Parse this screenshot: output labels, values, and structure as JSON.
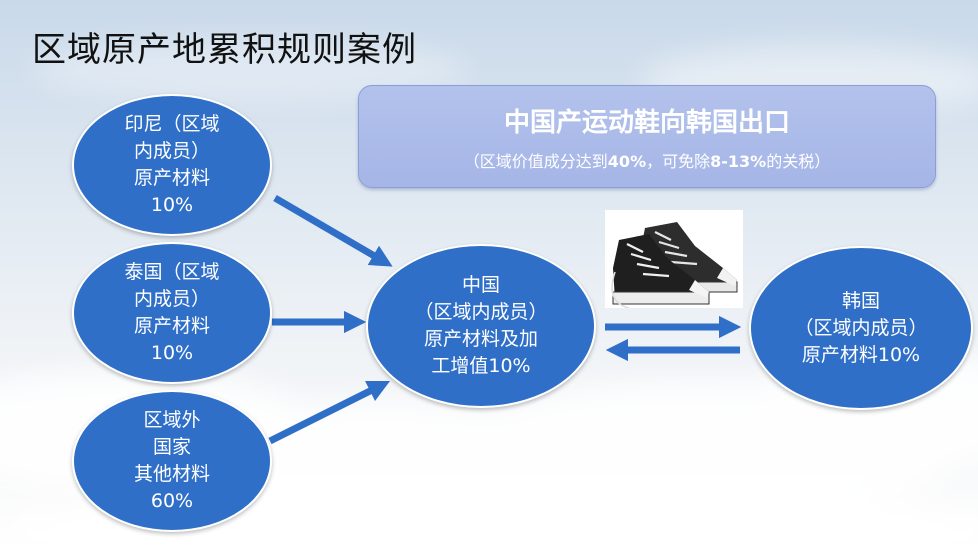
{
  "slide": {
    "title": "区域原产地累积规则案例"
  },
  "banner": {
    "line1": "中国产运动鞋向韩国出口",
    "line2_prefix": "（区域价值成分达到",
    "line2_bold1": "40%",
    "line2_mid": "，可免除",
    "line2_bold2": "8-13%",
    "line2_suffix": "的关税）"
  },
  "nodes": {
    "indonesia": {
      "l1": "印尼（区域",
      "l2": "内成员）",
      "l3": "原产材料",
      "l4": "10%"
    },
    "thailand": {
      "l1": "泰国（区域",
      "l2": "内成员）",
      "l3": "原产材料",
      "l4": "10%"
    },
    "outside": {
      "l1": "区域外",
      "l2": "国家",
      "l3": "其他材料",
      "l4": "60%"
    },
    "china": {
      "l1": "中国",
      "l2": "（区域内成员）",
      "l3": "原产材料及加",
      "l4": "工增值10%"
    },
    "korea": {
      "l1": "韩国",
      "l2": "（区域内成员）",
      "l3": "原产材料10%"
    }
  },
  "colors": {
    "node_fill": "#2f6fc8",
    "banner_fill": "#a5b5e6",
    "arrow": "#2f6fc8"
  },
  "icons": {
    "product": "sneaker-icon"
  }
}
